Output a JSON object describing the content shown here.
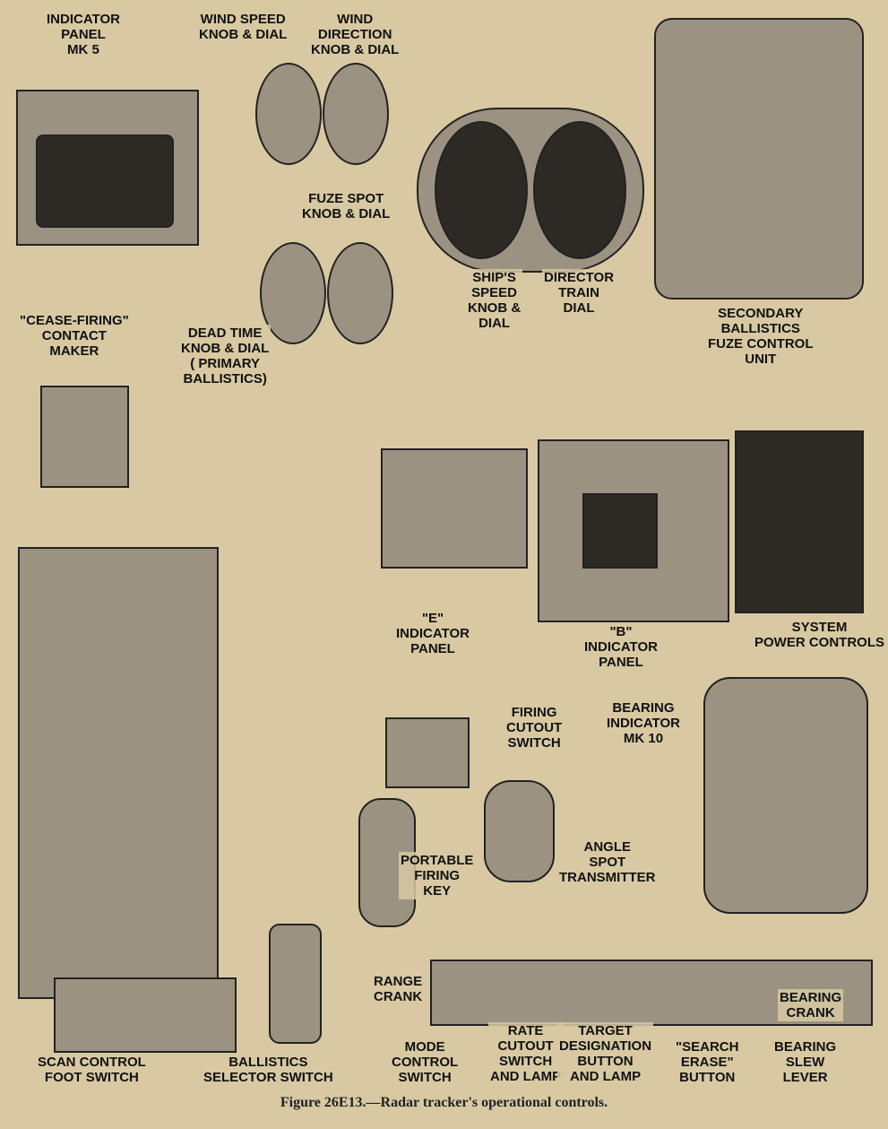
{
  "figure": {
    "caption": "Figure 26E13.—Radar tracker's operational controls.",
    "labels": {
      "indicator_panel": "INDICATOR\nPANEL\nMK 5",
      "wind_speed": "WIND SPEED\nKNOB & DIAL",
      "wind_direction": "WIND\nDIRECTION\nKNOB & DIAL",
      "fuze_spot": "FUZE SPOT\nKNOB & DIAL",
      "ships_speed": "SHIP'S\nSPEED\nKNOB &\nDIAL",
      "director_train": "DIRECTOR\nTRAIN\nDIAL",
      "secondary_ballistics": "SECONDARY\nBALLISTICS\nFUZE CONTROL\nUNIT",
      "cease_firing": "\"CEASE-FIRING\"\nCONTACT\nMAKER",
      "dead_time": "DEAD TIME\nKNOB & DIAL\n( PRIMARY\nBALLISTICS)",
      "e_indicator": "\"E\"\nINDICATOR\nPANEL",
      "b_indicator": "\"B\"\nINDICATOR\nPANEL",
      "system_power": "SYSTEM\nPOWER CONTROLS",
      "firing_cutout": "FIRING\nCUTOUT\nSWITCH",
      "bearing_indicator": "BEARING\nINDICATOR\nMK 10",
      "angle_spot": "ANGLE\nSPOT\nTRANSMITTER",
      "portable_firing_key": "PORTABLE\nFIRING\nKEY",
      "range_crank": "RANGE\nCRANK",
      "bearing_crank": "BEARING\nCRANK",
      "scan_control": "SCAN CONTROL\nFOOT SWITCH",
      "ballistics_selector": "BALLISTICS\nSELECTOR SWITCH",
      "mode_control": "MODE\nCONTROL\nSWITCH",
      "rate_cutout": "RATE\nCUTOUT\nSWITCH\nAND LAMP",
      "target_designation": "TARGET\nDESIGNATION\nBUTTON\nAND LAMP",
      "search_erase": "\"SEARCH\nERASE\"\nBUTTON",
      "bearing_slew": "BEARING\nSLEW\nLEVER"
    }
  }
}
